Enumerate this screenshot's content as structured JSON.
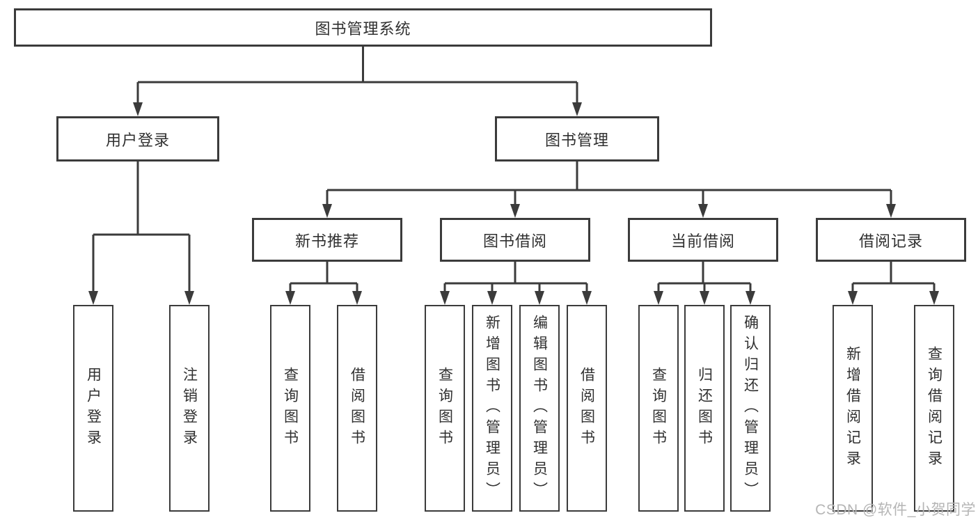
{
  "colors": {
    "line": "#3b3b3b",
    "text": "#303030",
    "watermark": "#b5b5b5",
    "background": "#ffffff"
  },
  "watermark": "CSDN @软件_小贺同学",
  "tree": {
    "root": {
      "label": "图书管理系统"
    },
    "children": [
      {
        "label": "用户登录",
        "children": [
          {
            "label": "用户登录"
          },
          {
            "label": "注销登录"
          }
        ]
      },
      {
        "label": "图书管理",
        "children": [
          {
            "label": "新书推荐",
            "children": [
              {
                "label": "查询图书"
              },
              {
                "label": "借阅图书"
              }
            ]
          },
          {
            "label": "图书借阅",
            "children": [
              {
                "label": "查询图书"
              },
              {
                "label": "新增图书（管理员）"
              },
              {
                "label": "编辑图书（管理员）"
              },
              {
                "label": "借阅图书"
              }
            ]
          },
          {
            "label": "当前借阅",
            "children": [
              {
                "label": "查询图书"
              },
              {
                "label": "归还图书"
              },
              {
                "label": "确认归还（管理员）"
              }
            ]
          },
          {
            "label": "借阅记录",
            "children": [
              {
                "label": "新增借阅记录"
              },
              {
                "label": "查询借阅记录"
              }
            ]
          }
        ]
      }
    ]
  }
}
